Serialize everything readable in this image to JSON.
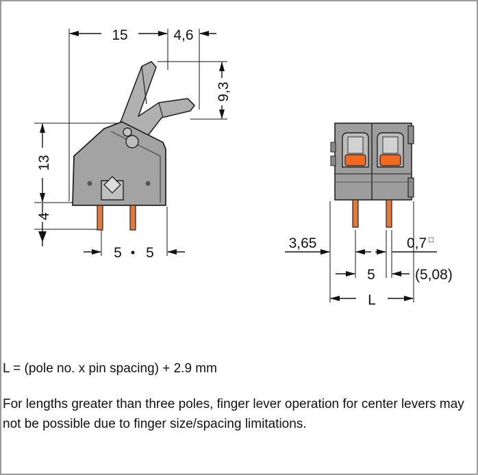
{
  "diagram": {
    "side_view": {
      "dim_width_top": "15",
      "dim_lever_offset": "4,6",
      "dim_lever_height": "9,3",
      "dim_body_height": "13",
      "dim_pin_length": "4",
      "dim_pin_pitch_left": "5",
      "dim_pin_pitch_right": "5"
    },
    "front_view": {
      "dim_edge_offset": "3,65",
      "dim_pin_square": "0,7",
      "dim_pin_square_symbol": "□",
      "dim_pitch": "5",
      "dim_pitch_alt": "(5,08)",
      "dim_length": "L"
    },
    "colors": {
      "housing": "#9d9d9d",
      "housing_dark": "#7a7a7a",
      "lever": "#a8a8a8",
      "actuator": "#f26a21",
      "pin": "#e07a3c"
    }
  },
  "caption": {
    "formula": "L = (pole no. x pin spacing) + 2.9 mm",
    "note": "For lengths greater than three poles, finger lever operation for center levers may not be possible due to finger size/spacing limitations."
  }
}
